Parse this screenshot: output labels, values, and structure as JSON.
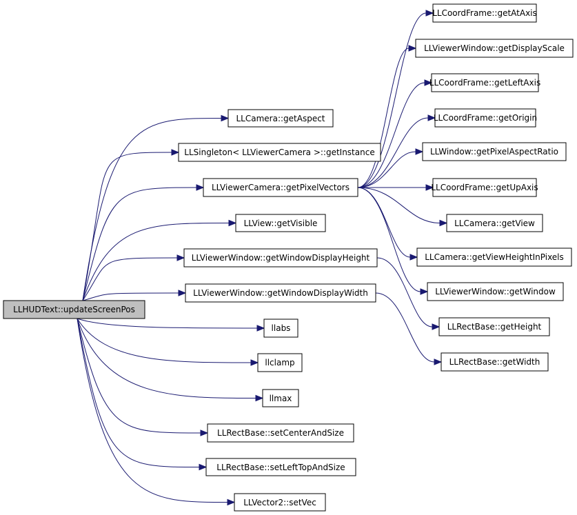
{
  "graph": {
    "root": "LLHUDText::updateScreenPos",
    "nodes": {
      "n0": "LLHUDText::updateScreenPos",
      "n1": "LLCamera::getAspect",
      "n2": "LLSingleton< LLViewerCamera >::getInstance",
      "n3": "LLViewerCamera::getPixelVectors",
      "n4": "LLView::getVisible",
      "n5": "LLViewerWindow::getWindowDisplayHeight",
      "n6": "LLViewerWindow::getWindowDisplayWidth",
      "n7": "llabs",
      "n8": "llclamp",
      "n9": "llmax",
      "n10": "LLRectBase::setCenterAndSize",
      "n11": "LLRectBase::setLeftTopAndSize",
      "n12": "LLVector2::setVec",
      "n13": "LLCoordFrame::getAtAxis",
      "n14": "LLViewerWindow::getDisplayScale",
      "n15": "LLCoordFrame::getLeftAxis",
      "n16": "LLCoordFrame::getOrigin",
      "n17": "LLWindow::getPixelAspectRatio",
      "n18": "LLCoordFrame::getUpAxis",
      "n19": "LLCamera::getView",
      "n20": "LLCamera::getViewHeightInPixels",
      "n21": "LLViewerWindow::getWindow",
      "n22": "LLRectBase::getHeight",
      "n23": "LLRectBase::getWidth"
    },
    "edges": [
      [
        "n0",
        "n1"
      ],
      [
        "n0",
        "n2"
      ],
      [
        "n0",
        "n3"
      ],
      [
        "n0",
        "n4"
      ],
      [
        "n0",
        "n5"
      ],
      [
        "n0",
        "n6"
      ],
      [
        "n0",
        "n7"
      ],
      [
        "n0",
        "n8"
      ],
      [
        "n0",
        "n9"
      ],
      [
        "n0",
        "n10"
      ],
      [
        "n0",
        "n11"
      ],
      [
        "n0",
        "n12"
      ],
      [
        "n3",
        "n13"
      ],
      [
        "n3",
        "n14"
      ],
      [
        "n3",
        "n15"
      ],
      [
        "n3",
        "n16"
      ],
      [
        "n3",
        "n17"
      ],
      [
        "n3",
        "n18"
      ],
      [
        "n3",
        "n19"
      ],
      [
        "n3",
        "n20"
      ],
      [
        "n3",
        "n21"
      ],
      [
        "n5",
        "n22"
      ],
      [
        "n6",
        "n23"
      ]
    ],
    "colors": {
      "edge": "#191970",
      "root_fill": "#bfbfbf",
      "node_fill": "#ffffff",
      "border": "#000000"
    }
  }
}
